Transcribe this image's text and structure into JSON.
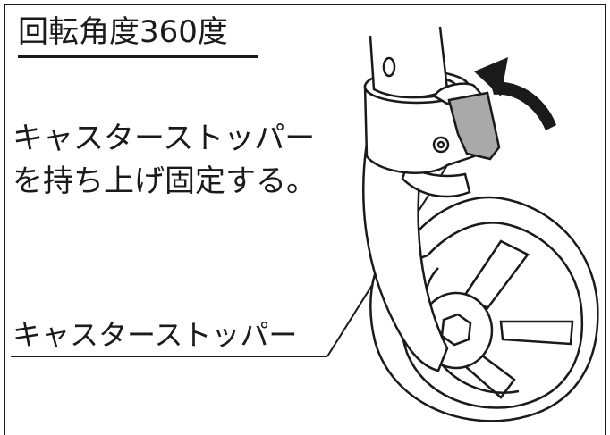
{
  "title": "回転角度360度",
  "instruction": {
    "line1": "キャスターストッパー",
    "line2": "を持ち上げ固定する。"
  },
  "callout_label": "キャスターストッパー",
  "colors": {
    "line": "#1a1a1a",
    "stopper_fill": "#a9a9a9",
    "background": "#ffffff"
  }
}
